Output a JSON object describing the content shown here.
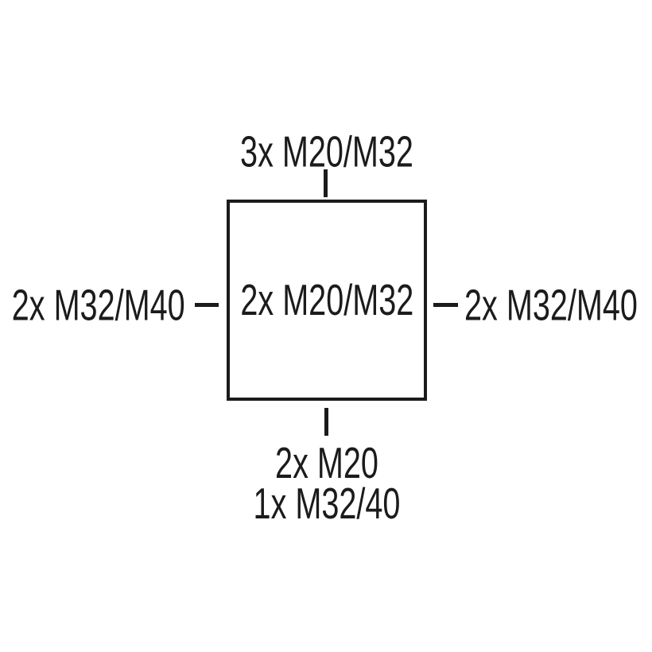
{
  "diagram": {
    "type": "junction-box-cable-entry-diagram",
    "box_label": "2x M20/M32",
    "entries": {
      "top": "3x M20/M32",
      "left": "2x M32/M40",
      "right": "2x M32/M40",
      "bottom": [
        "2x M20",
        "1x M32/40"
      ]
    },
    "colors": {
      "ink": "#1b1b1b",
      "background": "#ffffff"
    }
  }
}
